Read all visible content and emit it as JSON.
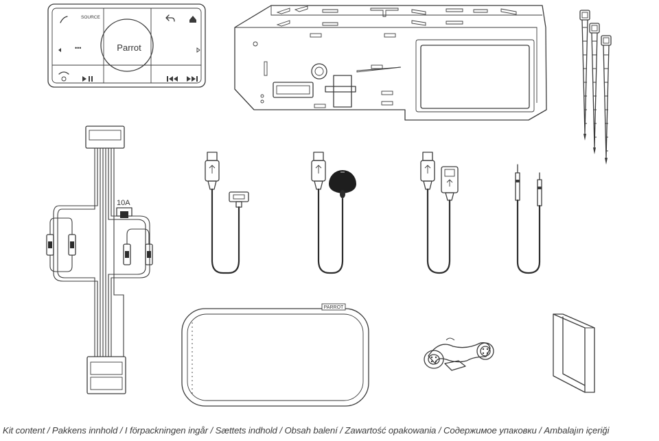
{
  "remote": {
    "source_label": "SOURCE",
    "brand": "Parrot",
    "dots": "•••"
  },
  "harness": {
    "fuse_label": "10A"
  },
  "pouch": {
    "tag": "PARROT"
  },
  "caption": "Kit content / Pakkens innhold / I förpackningen ingår / Sættets indhold / Obsah balení / Zawartość opakowania / Содержимое упаковки / Ambalajın içeriği"
}
